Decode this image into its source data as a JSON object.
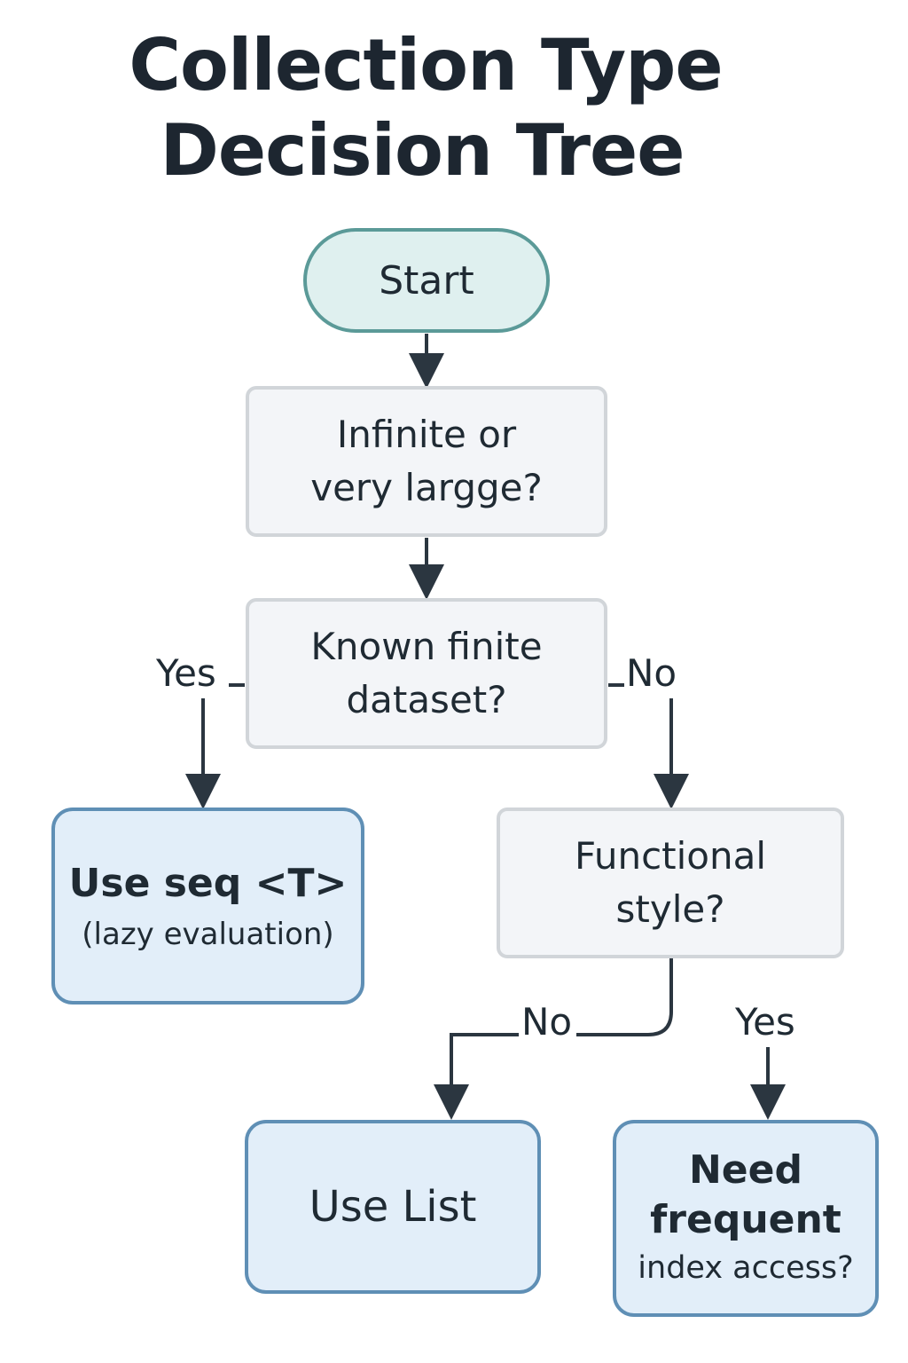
{
  "title": {
    "line1": "Collection Type",
    "line2": "Decision Tree"
  },
  "nodes": {
    "start": {
      "label": "Start"
    },
    "infinite_question": {
      "line1": "Infinite or",
      "line2": "very largge?"
    },
    "finite_question": {
      "line1": "Known finite",
      "line2": "dataset?"
    },
    "functional_question": {
      "line1": "Functional",
      "line2": "style?"
    },
    "use_seq": {
      "line1": "Use seq <T>",
      "line2": "(lazy evaluation)"
    },
    "use_list": {
      "label": "Use List"
    },
    "need_index": {
      "line1": "Need",
      "line2": "frequent",
      "line3": "index access?"
    }
  },
  "edges": {
    "finite_yes": "Yes",
    "finite_no": "No",
    "functional_no": "No",
    "functional_yes": "Yes"
  },
  "colors": {
    "title_text": "#1d2630",
    "start_fill": "#dff0ef",
    "start_border": "#5b9a98",
    "question_fill": "#f3f5f8",
    "question_border": "#d1d5d9",
    "result_fill": "#e2eef9",
    "result_border": "#5f8fb5",
    "connector": "#2b3640"
  }
}
